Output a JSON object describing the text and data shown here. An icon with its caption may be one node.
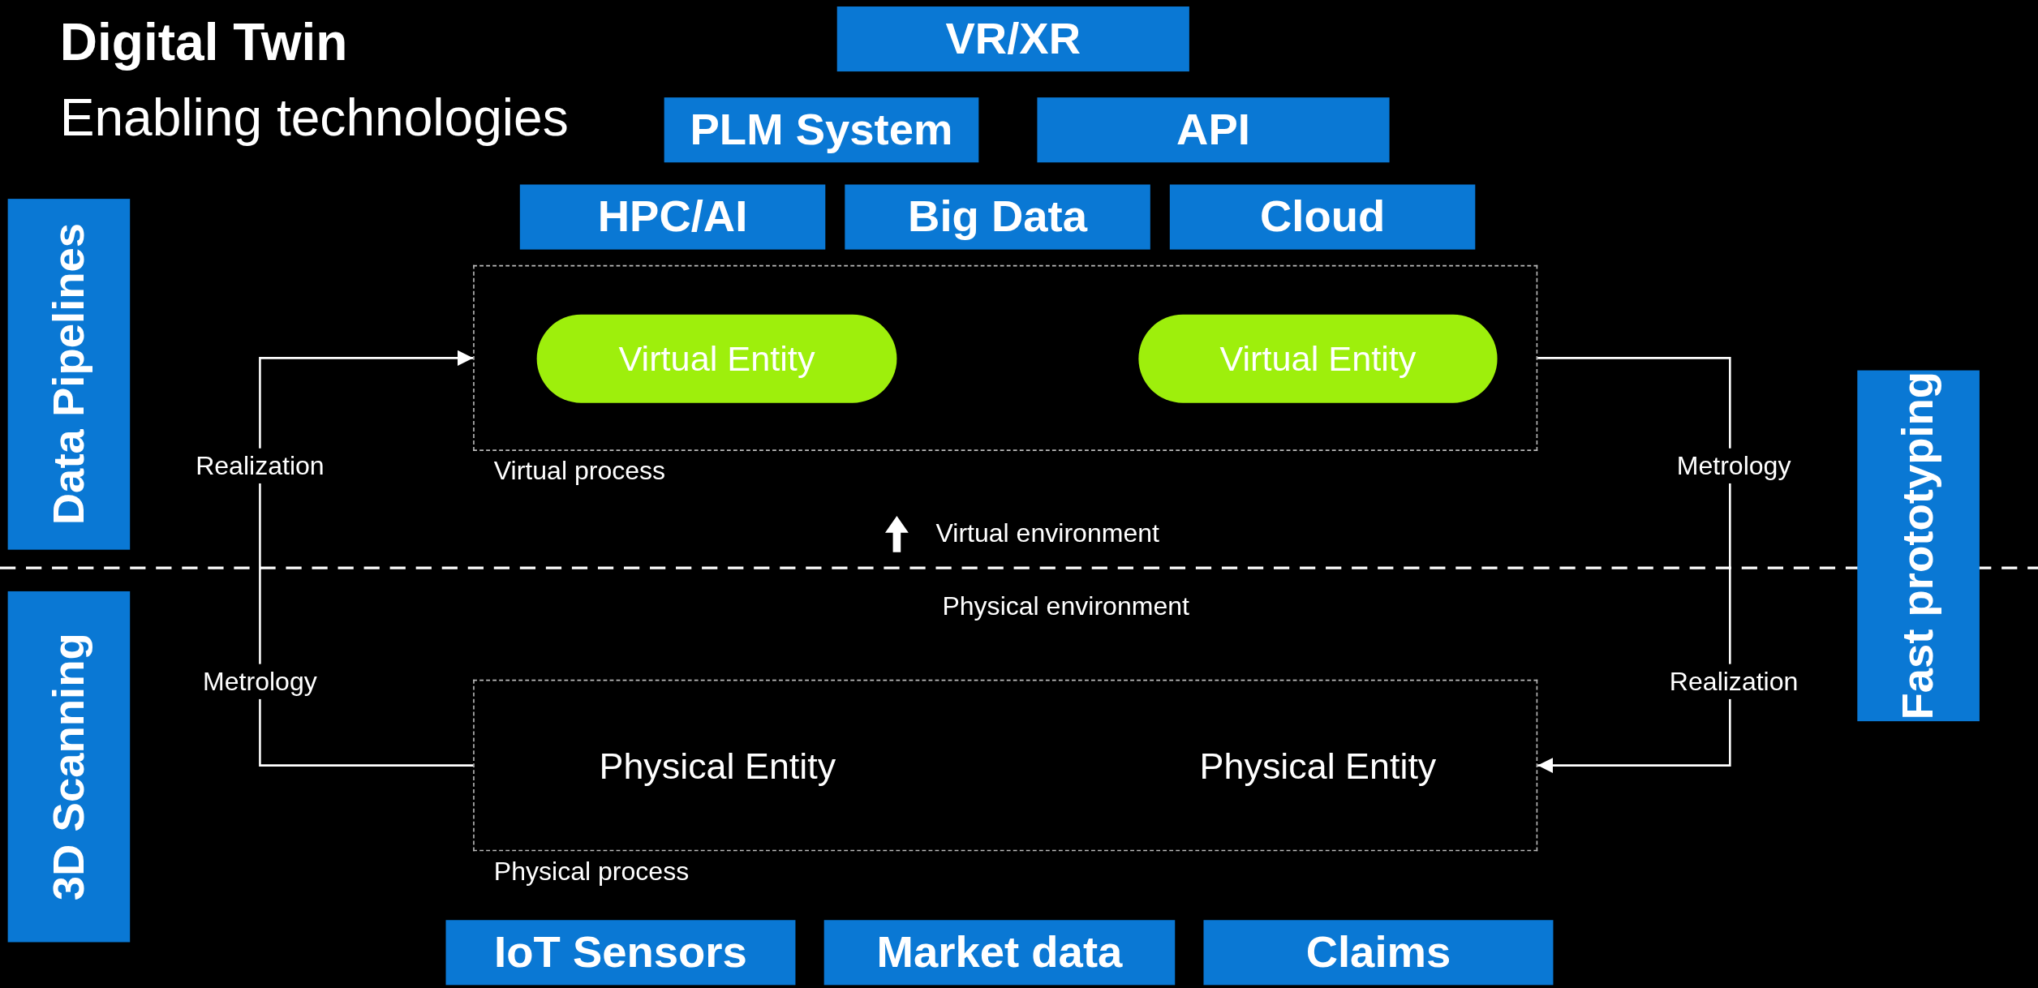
{
  "diagram": {
    "title": "Digital Twin",
    "nodes": [
      {
        "text": [
          "VR/XR"
        ]
      },
      {
        "text": [
          "PLM System"
        ]
      },
      {
        "text": [
          "API"
        ]
      },
      {
        "text": [
          "HPC/AI"
        ]
      },
      {
        "text": [
          "Big Data"
        ]
      },
      {
        "text": [
          "Cloud"
        ]
      },
      {
        "text": [
          "Data Pipelines"
        ]
      },
      {
        "text": [
          "Virtual process"
        ]
      },
      {
        "text": [
          "Virtual Entity"
        ],
        "in": 7
      },
      {
        "text": [
          "Virtual Entity"
        ],
        "in": 7
      },
      {
        "text": [
          "Fast prototyping"
        ]
      },
      {
        "text": [
          "3D Scanning"
        ]
      },
      {
        "text": [
          "Physical Entity",
          "Physical Entity",
          "Physical process"
        ]
      },
      {
        "text": [
          "IoT Sensors"
        ]
      },
      {
        "text": [
          "Market data"
        ]
      },
      {
        "text": [
          "Claims"
        ]
      }
    ],
    "edges": [
      {
        "from": 12,
        "to": 7,
        "arrow": "to"
      },
      {
        "from": 7,
        "to": 12,
        "arrow": "to"
      }
    ],
    "labels": [
      "Enabling technologies",
      "Realization",
      "Metrology",
      "Metrology",
      "Realization",
      "Virtual environment",
      "Physical environment"
    ]
  }
}
